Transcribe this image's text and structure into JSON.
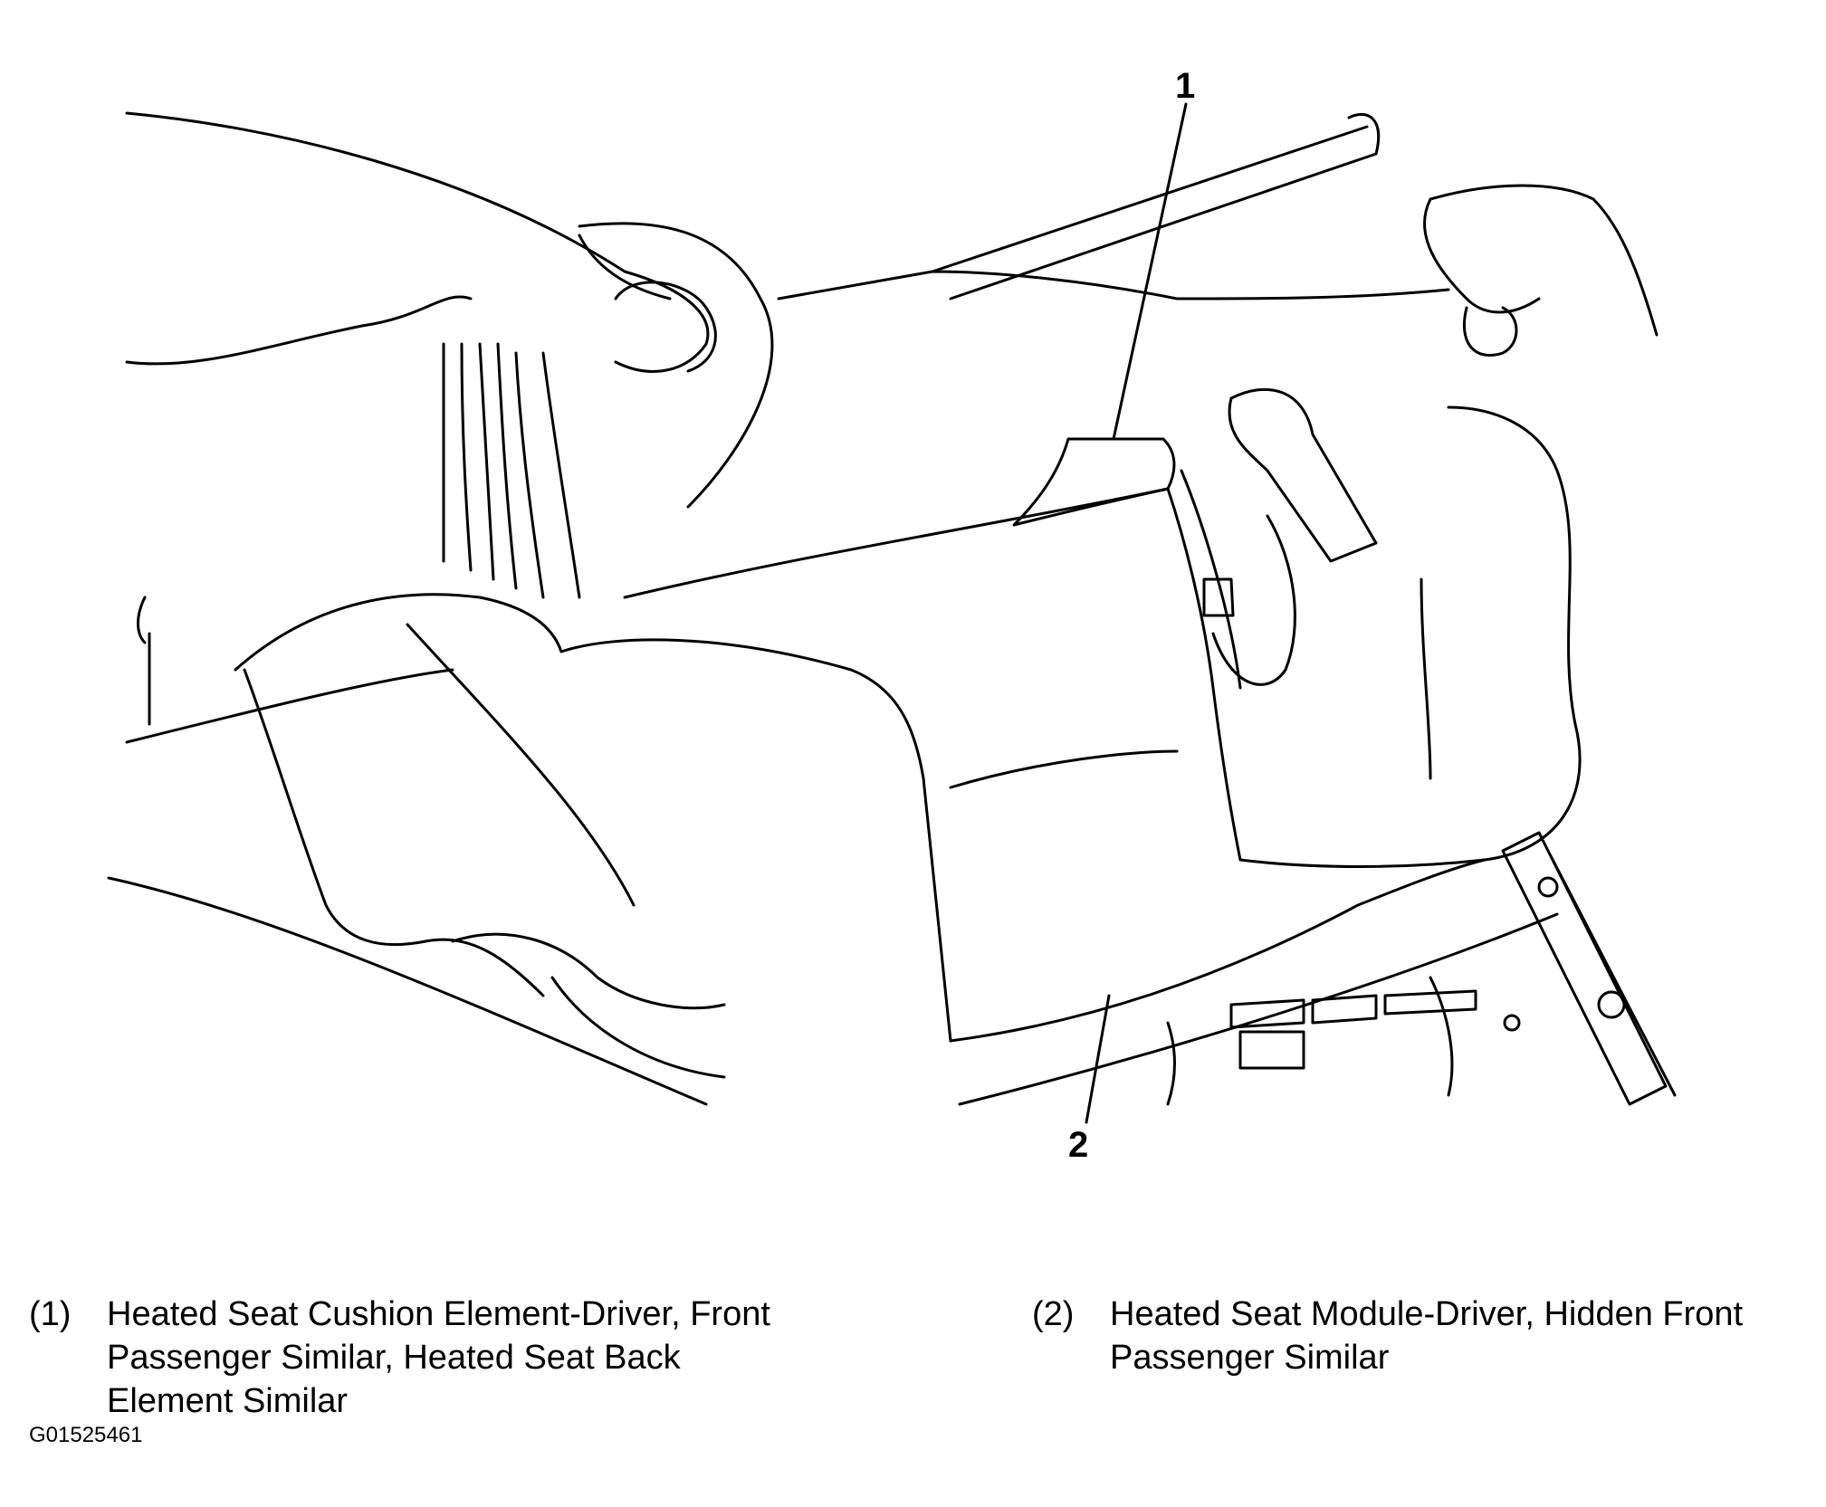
{
  "callouts": [
    "1",
    "2"
  ],
  "legend": [
    {
      "num": "(1)",
      "text": "Heated Seat Cushion Element-Driver, Front\nPassenger Similar, Heated Seat Back\nElement Similar"
    },
    {
      "num": "(2)",
      "text": "Heated Seat Module-Driver, Hidden Front\nPassenger Similar"
    }
  ],
  "figure_id": "G01525461"
}
